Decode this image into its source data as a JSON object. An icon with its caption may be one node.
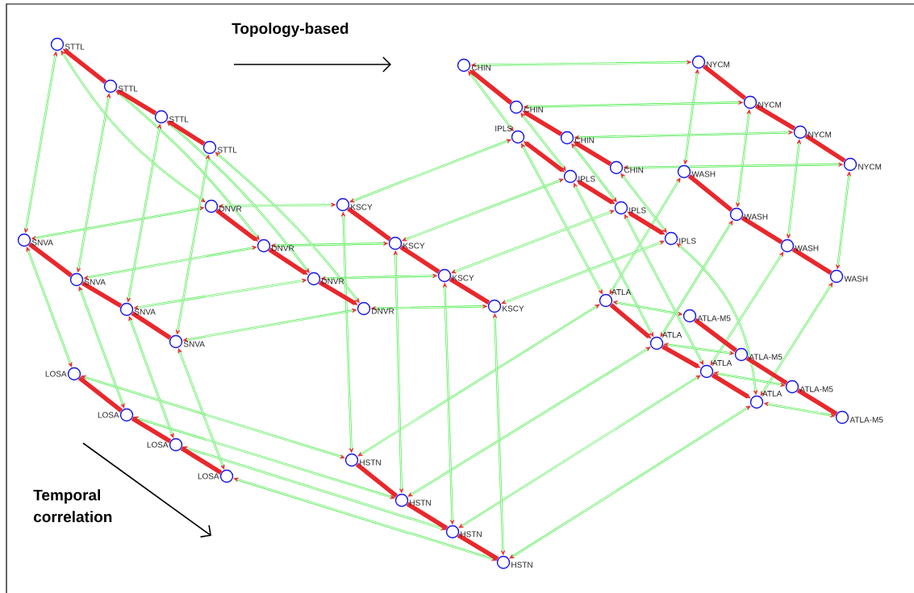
{
  "diagram": {
    "nodes": [
      {
        "text": [
          "STTL"
        ]
      },
      {
        "text": [
          "STTL"
        ]
      },
      {
        "text": [
          "STTL"
        ]
      },
      {
        "text": [
          "STTL"
        ]
      },
      {
        "text": [
          "SNVA"
        ]
      },
      {
        "text": [
          "SNVA"
        ]
      },
      {
        "text": [
          "SNVA"
        ]
      },
      {
        "text": [
          "SNVA"
        ]
      },
      {
        "text": [
          "LOSA"
        ]
      },
      {
        "text": [
          "LOSA"
        ]
      },
      {
        "text": [
          "LOSA"
        ]
      },
      {
        "text": [
          "LOSA"
        ]
      },
      {
        "text": [
          "DNVR"
        ]
      },
      {
        "text": [
          "DNVR"
        ]
      },
      {
        "text": [
          "DNVR"
        ]
      },
      {
        "text": [
          "DNVR"
        ]
      },
      {
        "text": [
          "KSCY"
        ]
      },
      {
        "text": [
          "KSCY"
        ]
      },
      {
        "text": [
          "KSCY"
        ]
      },
      {
        "text": [
          "KSCY"
        ]
      },
      {
        "text": [
          "HSTN"
        ]
      },
      {
        "text": [
          "HSTN"
        ]
      },
      {
        "text": [
          "HSTN"
        ]
      },
      {
        "text": [
          "HSTN"
        ]
      },
      {
        "text": [
          "CHIN"
        ]
      },
      {
        "text": [
          "CHIN"
        ]
      },
      {
        "text": [
          "CHIN"
        ]
      },
      {
        "text": [
          "CHIN"
        ]
      },
      {
        "text": [
          "IPLS"
        ]
      },
      {
        "text": [
          "IPLS"
        ]
      },
      {
        "text": [
          "IPLS"
        ]
      },
      {
        "text": [
          "IPLS"
        ]
      },
      {
        "text": [
          "NYCM"
        ]
      },
      {
        "text": [
          "NYCM"
        ]
      },
      {
        "text": [
          "NYCM"
        ]
      },
      {
        "text": [
          "NYCM"
        ]
      },
      {
        "text": [
          "WASH"
        ]
      },
      {
        "text": [
          "WASH"
        ]
      },
      {
        "text": [
          "WASH"
        ]
      },
      {
        "text": [
          "WASH"
        ]
      },
      {
        "text": [
          "ATLA"
        ]
      },
      {
        "text": [
          "ATLA"
        ]
      },
      {
        "text": [
          "ATLA"
        ]
      },
      {
        "text": [
          "ATLA"
        ]
      },
      {
        "text": [
          "ATLA-M5"
        ]
      },
      {
        "text": [
          "ATLA-M5"
        ]
      },
      {
        "text": [
          "ATLA-M5"
        ]
      },
      {
        "text": [
          "ATLA-M5"
        ]
      }
    ],
    "edges": [
      {
        "from": 0,
        "to": 4,
        "arrow": "both"
      },
      {
        "from": 0,
        "to": 12,
        "arrow": "both"
      },
      {
        "from": 4,
        "to": 8,
        "arrow": "both"
      },
      {
        "from": 4,
        "to": 12,
        "arrow": "both"
      },
      {
        "from": 8,
        "to": 20,
        "arrow": "both"
      },
      {
        "from": 12,
        "to": 16,
        "arrow": "both"
      },
      {
        "from": 16,
        "to": 20,
        "arrow": "both"
      },
      {
        "from": 16,
        "to": 28,
        "arrow": "both"
      },
      {
        "from": 20,
        "to": 40,
        "arrow": "both"
      },
      {
        "from": 28,
        "to": 24,
        "arrow": "both"
      },
      {
        "from": 28,
        "to": 40,
        "arrow": "both"
      },
      {
        "from": 24,
        "to": 32,
        "arrow": "both"
      },
      {
        "from": 32,
        "to": 36,
        "arrow": "both"
      },
      {
        "from": 36,
        "to": 40,
        "arrow": "both"
      },
      {
        "from": 40,
        "to": 44,
        "arrow": "both"
      },
      {
        "from": 1,
        "to": 5,
        "arrow": "both"
      },
      {
        "from": 1,
        "to": 13,
        "arrow": "both"
      },
      {
        "from": 5,
        "to": 9,
        "arrow": "both"
      },
      {
        "from": 5,
        "to": 13,
        "arrow": "both"
      },
      {
        "from": 9,
        "to": 21,
        "arrow": "both"
      },
      {
        "from": 13,
        "to": 17,
        "arrow": "both"
      },
      {
        "from": 17,
        "to": 21,
        "arrow": "both"
      },
      {
        "from": 17,
        "to": 29,
        "arrow": "both"
      },
      {
        "from": 21,
        "to": 41,
        "arrow": "both"
      },
      {
        "from": 29,
        "to": 25,
        "arrow": "both"
      },
      {
        "from": 29,
        "to": 41,
        "arrow": "both"
      },
      {
        "from": 25,
        "to": 33,
        "arrow": "both"
      },
      {
        "from": 33,
        "to": 37,
        "arrow": "both"
      },
      {
        "from": 37,
        "to": 41,
        "arrow": "both"
      },
      {
        "from": 41,
        "to": 45,
        "arrow": "both"
      },
      {
        "from": 2,
        "to": 6,
        "arrow": "both"
      },
      {
        "from": 2,
        "to": 14,
        "arrow": "both"
      },
      {
        "from": 6,
        "to": 10,
        "arrow": "both"
      },
      {
        "from": 6,
        "to": 14,
        "arrow": "both"
      },
      {
        "from": 10,
        "to": 22,
        "arrow": "both"
      },
      {
        "from": 14,
        "to": 18,
        "arrow": "both"
      },
      {
        "from": 18,
        "to": 22,
        "arrow": "both"
      },
      {
        "from": 18,
        "to": 30,
        "arrow": "both"
      },
      {
        "from": 22,
        "to": 42,
        "arrow": "both"
      },
      {
        "from": 30,
        "to": 26,
        "arrow": "both"
      },
      {
        "from": 30,
        "to": 42,
        "arrow": "both"
      },
      {
        "from": 26,
        "to": 34,
        "arrow": "both"
      },
      {
        "from": 34,
        "to": 38,
        "arrow": "both"
      },
      {
        "from": 38,
        "to": 42,
        "arrow": "both"
      },
      {
        "from": 42,
        "to": 46,
        "arrow": "both"
      },
      {
        "from": 3,
        "to": 7,
        "arrow": "both"
      },
      {
        "from": 3,
        "to": 15,
        "arrow": "both"
      },
      {
        "from": 7,
        "to": 11,
        "arrow": "both"
      },
      {
        "from": 7,
        "to": 15,
        "arrow": "both"
      },
      {
        "from": 11,
        "to": 23,
        "arrow": "both"
      },
      {
        "from": 15,
        "to": 19,
        "arrow": "both"
      },
      {
        "from": 19,
        "to": 23,
        "arrow": "both"
      },
      {
        "from": 19,
        "to": 31,
        "arrow": "both"
      },
      {
        "from": 23,
        "to": 43,
        "arrow": "both"
      },
      {
        "from": 31,
        "to": 27,
        "arrow": "both"
      },
      {
        "from": 31,
        "to": 43,
        "arrow": "both"
      },
      {
        "from": 27,
        "to": 35,
        "arrow": "both"
      },
      {
        "from": 35,
        "to": 39,
        "arrow": "both"
      },
      {
        "from": 39,
        "to": 43,
        "arrow": "both"
      },
      {
        "from": 43,
        "to": 47,
        "arrow": "both"
      },
      {
        "from": 1,
        "to": 0,
        "arrow": "to",
        "style": "thick",
        "color": "#e8282c"
      },
      {
        "from": 2,
        "to": 1,
        "arrow": "to",
        "style": "thick",
        "color": "#e8282c"
      },
      {
        "from": 3,
        "to": 2,
        "arrow": "to",
        "style": "thick",
        "color": "#e8282c"
      },
      {
        "from": 4,
        "to": 5,
        "arrow": "none",
        "style": "thick",
        "color": "#e8282c"
      },
      {
        "from": 5,
        "to": 6,
        "arrow": "none",
        "style": "thick",
        "color": "#e8282c"
      },
      {
        "from": 6,
        "to": 7,
        "arrow": "none",
        "style": "thick",
        "color": "#e8282c"
      },
      {
        "from": 8,
        "to": 9,
        "arrow": "none",
        "style": "thick",
        "color": "#e8282c"
      },
      {
        "from": 9,
        "to": 10,
        "arrow": "none",
        "style": "thick",
        "color": "#e8282c"
      },
      {
        "from": 10,
        "to": 11,
        "arrow": "none",
        "style": "thick",
        "color": "#e8282c"
      },
      {
        "from": 12,
        "to": 13,
        "arrow": "to",
        "style": "thick",
        "color": "#e8282c"
      },
      {
        "from": 13,
        "to": 14,
        "arrow": "to",
        "style": "thick",
        "color": "#e8282c"
      },
      {
        "from": 14,
        "to": 15,
        "arrow": "to",
        "style": "thick",
        "color": "#e8282c"
      },
      {
        "from": 16,
        "to": 17,
        "arrow": "none",
        "style": "thick",
        "color": "#e8282c"
      },
      {
        "from": 17,
        "to": 18,
        "arrow": "none",
        "style": "thick",
        "color": "#e8282c"
      },
      {
        "from": 18,
        "to": 19,
        "arrow": "none",
        "style": "thick",
        "color": "#e8282c"
      },
      {
        "from": 20,
        "to": 21,
        "arrow": "none",
        "style": "thick",
        "color": "#e8282c"
      },
      {
        "from": 21,
        "to": 22,
        "arrow": "none",
        "style": "thick",
        "color": "#e8282c"
      },
      {
        "from": 22,
        "to": 23,
        "arrow": "none",
        "style": "thick",
        "color": "#e8282c"
      },
      {
        "from": 25,
        "to": 24,
        "arrow": "to",
        "style": "thick",
        "color": "#e8282c"
      },
      {
        "from": 26,
        "to": 25,
        "arrow": "to",
        "style": "thick",
        "color": "#e8282c"
      },
      {
        "from": 27,
        "to": 26,
        "arrow": "to",
        "style": "thick",
        "color": "#e8282c"
      },
      {
        "from": 28,
        "to": 29,
        "arrow": "both",
        "style": "thick",
        "color": "#e8282c"
      },
      {
        "from": 29,
        "to": 30,
        "arrow": "both",
        "style": "thick",
        "color": "#e8282c"
      },
      {
        "from": 30,
        "to": 31,
        "arrow": "both",
        "style": "thick",
        "color": "#e8282c"
      },
      {
        "from": 32,
        "to": 33,
        "arrow": "none",
        "style": "thick",
        "color": "#e8282c"
      },
      {
        "from": 33,
        "to": 34,
        "arrow": "none",
        "style": "thick",
        "color": "#e8282c"
      },
      {
        "from": 34,
        "to": 35,
        "arrow": "none",
        "style": "thick",
        "color": "#e8282c"
      },
      {
        "from": 36,
        "to": 37,
        "arrow": "none",
        "style": "thick",
        "color": "#e8282c"
      },
      {
        "from": 37,
        "to": 38,
        "arrow": "none",
        "style": "thick",
        "color": "#e8282c"
      },
      {
        "from": 38,
        "to": 39,
        "arrow": "none",
        "style": "thick",
        "color": "#e8282c"
      },
      {
        "from": 40,
        "to": 41,
        "arrow": "to",
        "style": "thick",
        "color": "#e8282c"
      },
      {
        "from": 41,
        "to": 42,
        "arrow": "to",
        "style": "thick",
        "color": "#e8282c"
      },
      {
        "from": 42,
        "to": 43,
        "arrow": "to",
        "style": "thick",
        "color": "#e8282c"
      },
      {
        "from": 44,
        "to": 45,
        "arrow": "none",
        "style": "thick",
        "color": "#e8282c"
      },
      {
        "from": 45,
        "to": 46,
        "arrow": "none",
        "style": "thick",
        "color": "#e8282c"
      },
      {
        "from": 46,
        "to": 47,
        "arrow": "none",
        "style": "thick",
        "color": "#e8282c"
      }
    ],
    "labels": [
      "Topology-based",
      "Temporal correlation"
    ]
  }
}
